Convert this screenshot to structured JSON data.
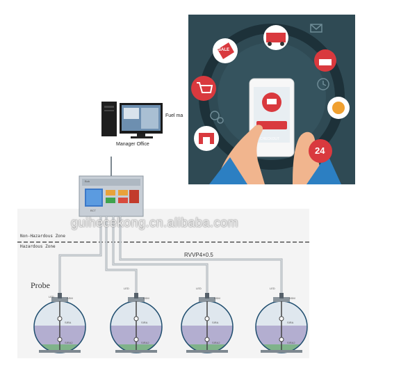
{
  "diagram": {
    "monitor_label": "Fuel ma",
    "office_label": "Manager Office",
    "controller_brand": "Bob",
    "controller_model": "BCT",
    "non_hazardous_label": "Non-Hazardous Zone",
    "hazardous_label": "Hazardous Zone",
    "cable_label": "RVVP4×0.5",
    "probe_label": "Probe",
    "watermark": "guihecekong.cn.alibaba.com",
    "tanks": [
      {
        "tag_top": "LED",
        "tag_side": "ASM",
        "tag_mid": "SIRA",
        "tag_low": "SIRA2"
      },
      {
        "tag_top": "LED",
        "tag_side": "ASM",
        "tag_mid": "SIRA",
        "tag_low": "SIRA2"
      },
      {
        "tag_top": "LED",
        "tag_side": "ASM",
        "tag_mid": "SIRA",
        "tag_low": "SIRA2"
      },
      {
        "tag_top": "LED",
        "tag_side": "ASM",
        "tag_mid": "SIRA",
        "tag_low": "SIRA2"
      }
    ]
  },
  "illustration": {
    "sale_label": "SALE",
    "badge_label": "24",
    "phone_button": "CHECKOUT",
    "icons": [
      "sale-tag-icon",
      "shop-van-icon",
      "mail-icon",
      "basket-icon",
      "shopping-cart-icon",
      "clock-icon",
      "settings-icon",
      "coin-icon",
      "storefront-icon",
      "24-hours-icon",
      "phone-cart-icon"
    ],
    "colors": {
      "background": "#2f4a54",
      "accent_red": "#d9393e",
      "accent_orange": "#f0a030",
      "skin": "#f1b58e"
    }
  }
}
